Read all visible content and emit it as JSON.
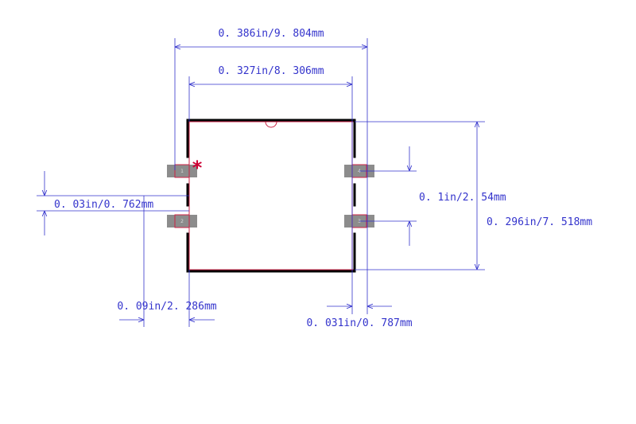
{
  "colors": {
    "dimension": "#3333cc",
    "outline": "#000000",
    "pad_fill": "#8c8c8c",
    "pad_edge": "#cc2244",
    "pin1_marker": "#cc0033"
  },
  "dimensions": {
    "overall_width": "0. 386in/9. 804mm",
    "body_width": "0. 327in/8. 306mm",
    "pitch": "0. 1in/2. 54mm",
    "overall_height": "0. 296in/7. 518mm",
    "pad_height": "0. 03in/0. 762mm",
    "pad_length": "0. 09in/2. 286mm",
    "pad_width": "0. 031in/0. 787mm"
  },
  "pin1_marker": "*",
  "pads": [
    {
      "label": "1"
    },
    {
      "label": "2"
    },
    {
      "label": "3"
    },
    {
      "label": "4"
    }
  ]
}
